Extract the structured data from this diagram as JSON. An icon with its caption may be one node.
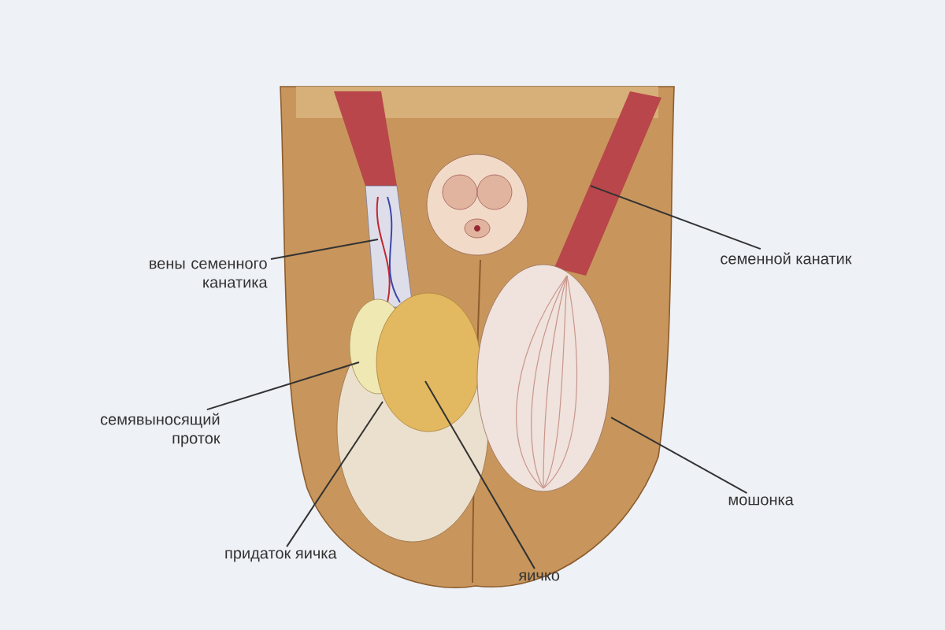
{
  "diagram": {
    "nodes": [
      {
        "text": [
          "вены семенного канатика"
        ]
      },
      {
        "text": [
          "семенной канатик"
        ]
      },
      {
        "text": [
          "семявыносящий проток"
        ]
      },
      {
        "text": [
          "придаток яичка"
        ]
      },
      {
        "text": [
          "яичко"
        ]
      },
      {
        "text": [
          "мошонка"
        ]
      }
    ],
    "edges": [
      {
        "from": 0,
        "to": null,
        "arrow": "none"
      },
      {
        "from": 1,
        "to": null,
        "arrow": "none"
      },
      {
        "from": 2,
        "to": null,
        "arrow": "none"
      },
      {
        "from": 3,
        "to": null,
        "arrow": "none"
      },
      {
        "from": 4,
        "to": null,
        "arrow": "none"
      },
      {
        "from": 5,
        "to": null,
        "arrow": "none"
      }
    ]
  }
}
